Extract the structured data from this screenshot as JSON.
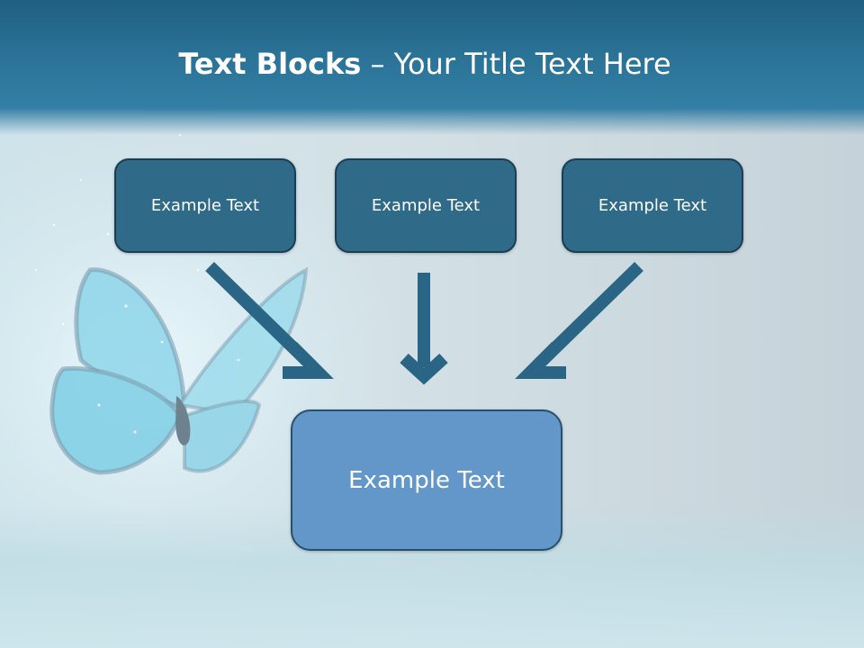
{
  "title": {
    "bold": "Text Blocks",
    "separator": " – ",
    "regular": "Your Title Text Here"
  },
  "boxes": [
    {
      "label": "Example Text"
    },
    {
      "label": "Example Text"
    },
    {
      "label": "Example Text"
    }
  ],
  "target": {
    "label": "Example Text"
  },
  "colors": {
    "header": "#2a7296",
    "box_fill": "#2f6a88",
    "box_border": "#1b3e55",
    "target_fill": "#6497c9",
    "arrow": "#2a6585"
  }
}
